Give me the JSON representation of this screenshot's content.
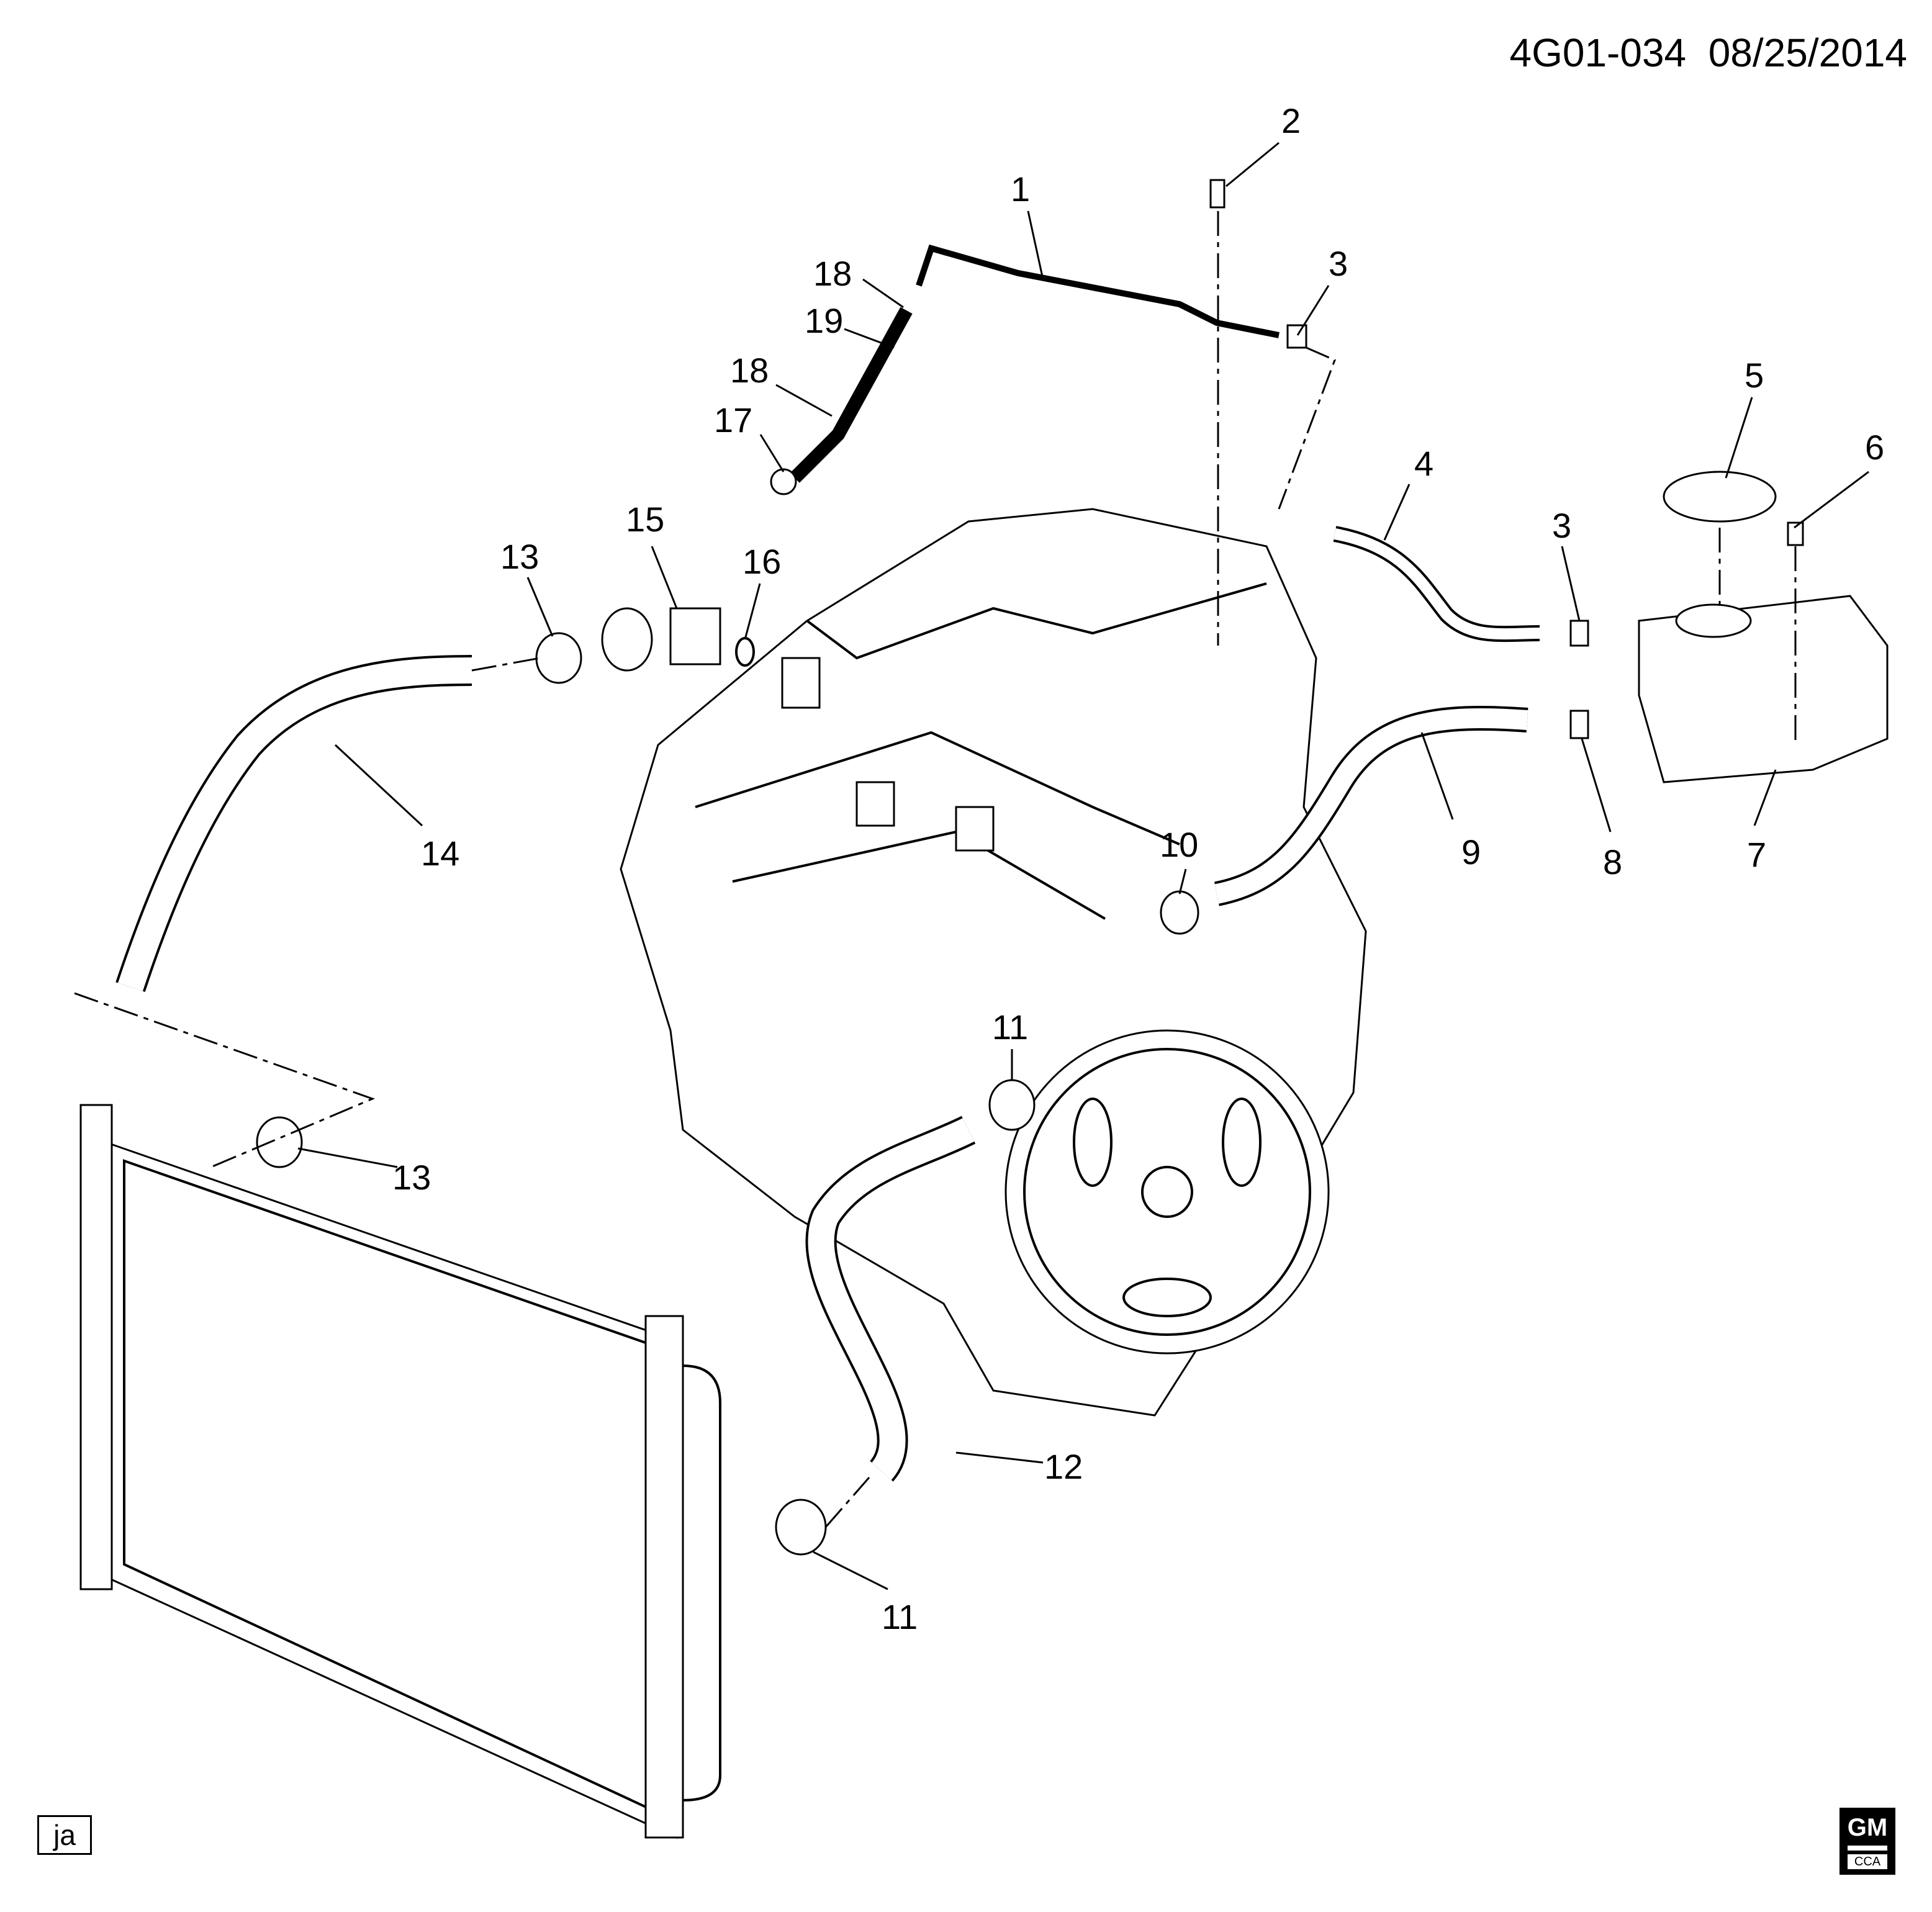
{
  "header": {
    "diagram_id": "4G01-034",
    "date": "08/25/2014"
  },
  "footer": {
    "artist_initials": "ja",
    "logo_text": "GM",
    "logo_subtext": "CCA"
  },
  "callouts": {
    "c1": "1",
    "c2": "2",
    "c3a": "3",
    "c3b": "3",
    "c4": "4",
    "c5": "5",
    "c6": "6",
    "c7": "7",
    "c8": "8",
    "c9": "9",
    "c10": "10",
    "c11a": "11",
    "c11b": "11",
    "c12": "12",
    "c13a": "13",
    "c13b": "13",
    "c14": "14",
    "c15": "15",
    "c16": "16",
    "c17": "17",
    "c18a": "18",
    "c18b": "18",
    "c19": "19"
  }
}
